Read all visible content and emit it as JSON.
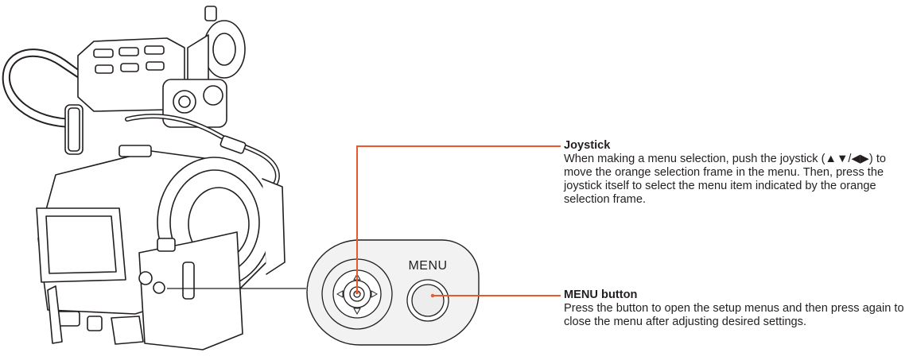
{
  "callouts": {
    "joystick": {
      "title": "Joystick",
      "text": "When making a menu selection, push the joystick (▲▼/◀▶) to move the orange selection frame in the menu. Then, press the joystick itself to select the menu item indicated by the orange selection frame."
    },
    "menu_button": {
      "title": "MENU button",
      "text": "Press the button to open the setup menus and then press again to close the menu after adjusting desired settings."
    }
  },
  "inset": {
    "button_label": "MENU"
  },
  "colors": {
    "leader_line": "#e8592b",
    "outline": "#231f20",
    "panel_fill": "#f2f2f2"
  }
}
